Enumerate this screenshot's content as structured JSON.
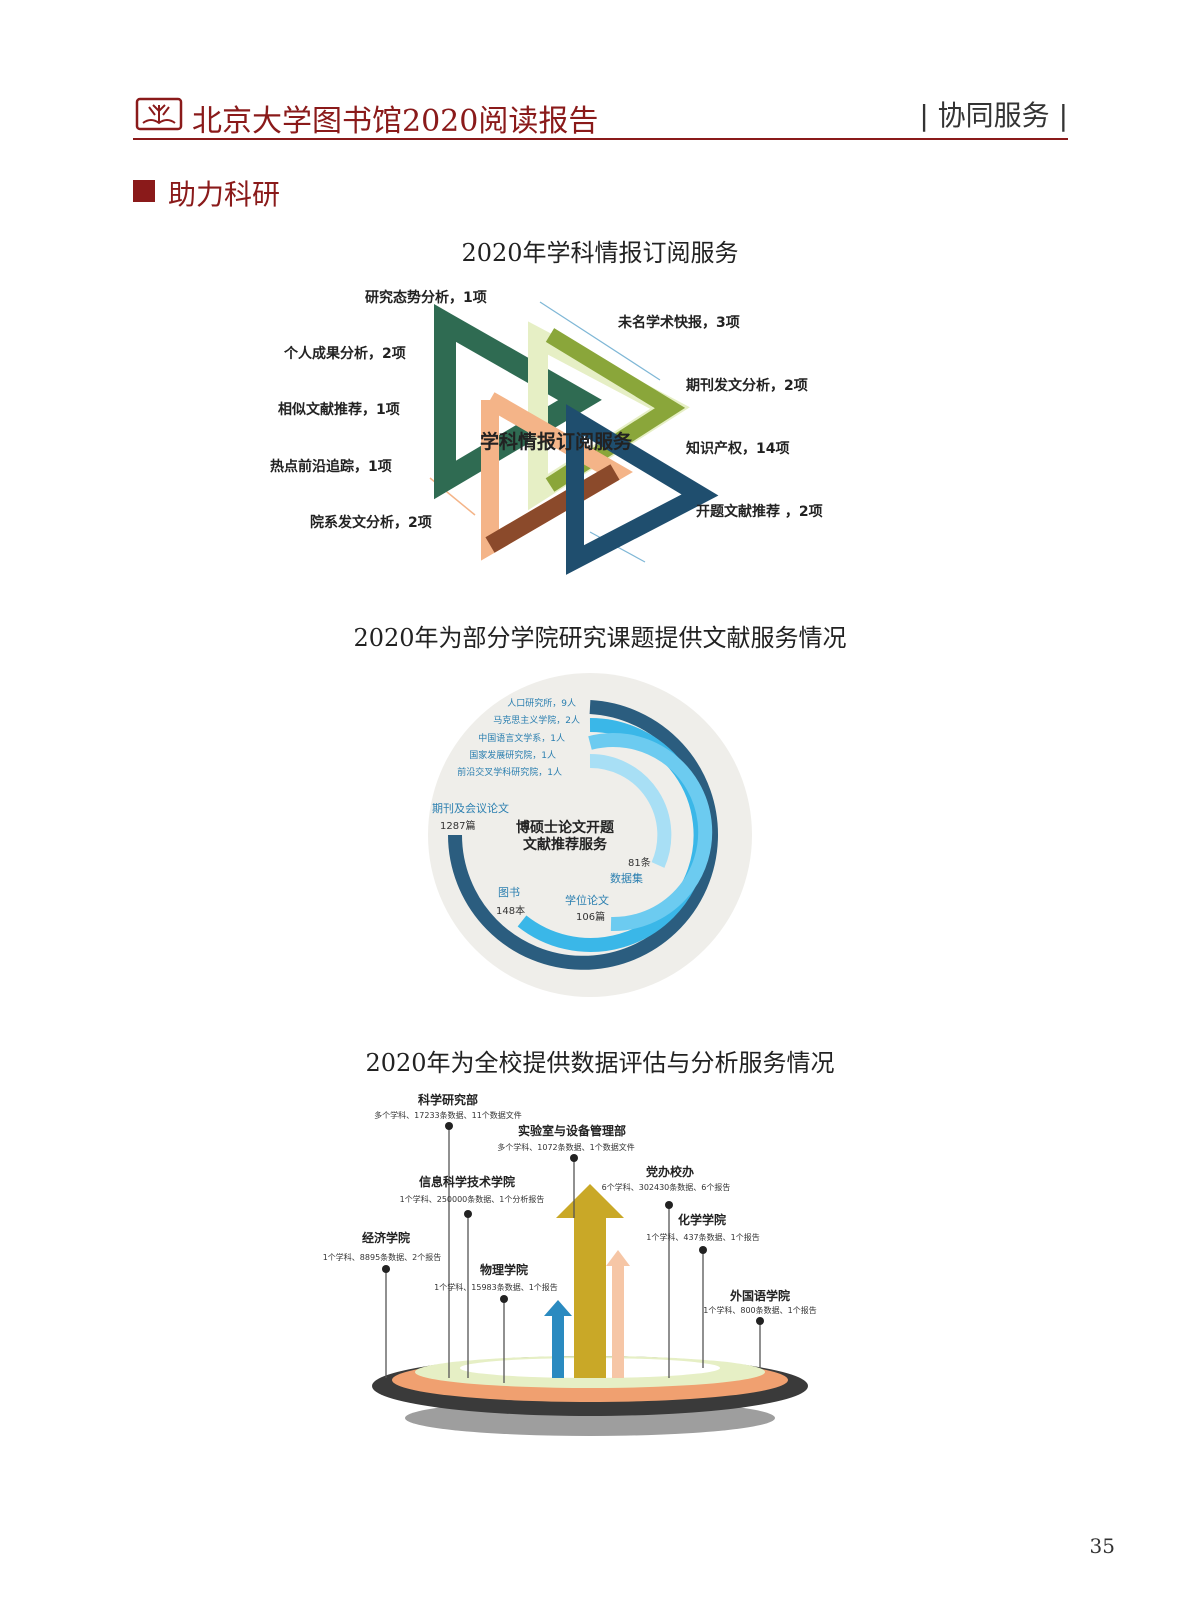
{
  "header": {
    "report_title": "北京大学图书馆2020阅读报告",
    "section_tag": "| 协同服务 |"
  },
  "section": {
    "heading": "助力科研"
  },
  "charts": {
    "subscription": {
      "title": "2020年学科情报订阅服务",
      "center_label": "学科情报订阅服务",
      "items": [
        "研究态势分析，1项",
        "未名学术快报，3项",
        "个人成果分析，2项",
        "期刊发文分析，2项",
        "相似文献推荐，1项",
        "知识产权，14项",
        "热点前沿追踪，1项",
        "开题文献推荐 ，2项",
        "院系发文分析，2项"
      ],
      "colors": {
        "dark_green": "#2f6b52",
        "olive": "#8aa63a",
        "light_green": "#e6efc5",
        "orange": "#f4b488",
        "brown": "#8b4a2b",
        "navy": "#1f4e6e"
      }
    },
    "thesis": {
      "title": "2020年为部分学院研究课题提供文献服务情况",
      "center_label_line1": "博硕士论文开题",
      "center_label_line2": "文献推荐服务",
      "colleges": [
        "人口研究所，9人",
        "马克思主义学院，2人",
        "中国语言文学系，1人",
        "国家发展研究院，1人",
        "前沿交叉学科研究院，1人"
      ],
      "resources": [
        {
          "name": "期刊及会议论文",
          "count": "1287篇",
          "color": "#2b5d7f"
        },
        {
          "name": "图书",
          "count": "148本",
          "color": "#3ab7e8"
        },
        {
          "name": "学位论文",
          "count": "106篇",
          "color": "#6ccbf0"
        },
        {
          "name": "数据集",
          "count": "81条",
          "color": "#a8dff5"
        }
      ]
    },
    "evaluation": {
      "title": "2020年为全校提供数据评估与分析服务情况",
      "units": [
        {
          "name": "科学研究部",
          "detail": "多个学科、17233条数据、11个数据文件"
        },
        {
          "name": "实验室与设备管理部",
          "detail": "多个学科、1072条数据、1个数据文件"
        },
        {
          "name": "党办校办",
          "detail": "6个学科、302430条数据、6个报告"
        },
        {
          "name": "信息科学技术学院",
          "detail": "1个学科、250000条数据、1个分析报告"
        },
        {
          "name": "化学学院",
          "detail": "1个学科、437条数据、1个报告"
        },
        {
          "name": "经济学院",
          "detail": "1个学科、8895条数据、2个报告"
        },
        {
          "name": "物理学院",
          "detail": "1个学科、15983条数据、1个报告"
        },
        {
          "name": "外国语学院",
          "detail": "1个学科、800条数据、1个报告"
        }
      ]
    }
  },
  "footer": {
    "page_number": "35"
  }
}
